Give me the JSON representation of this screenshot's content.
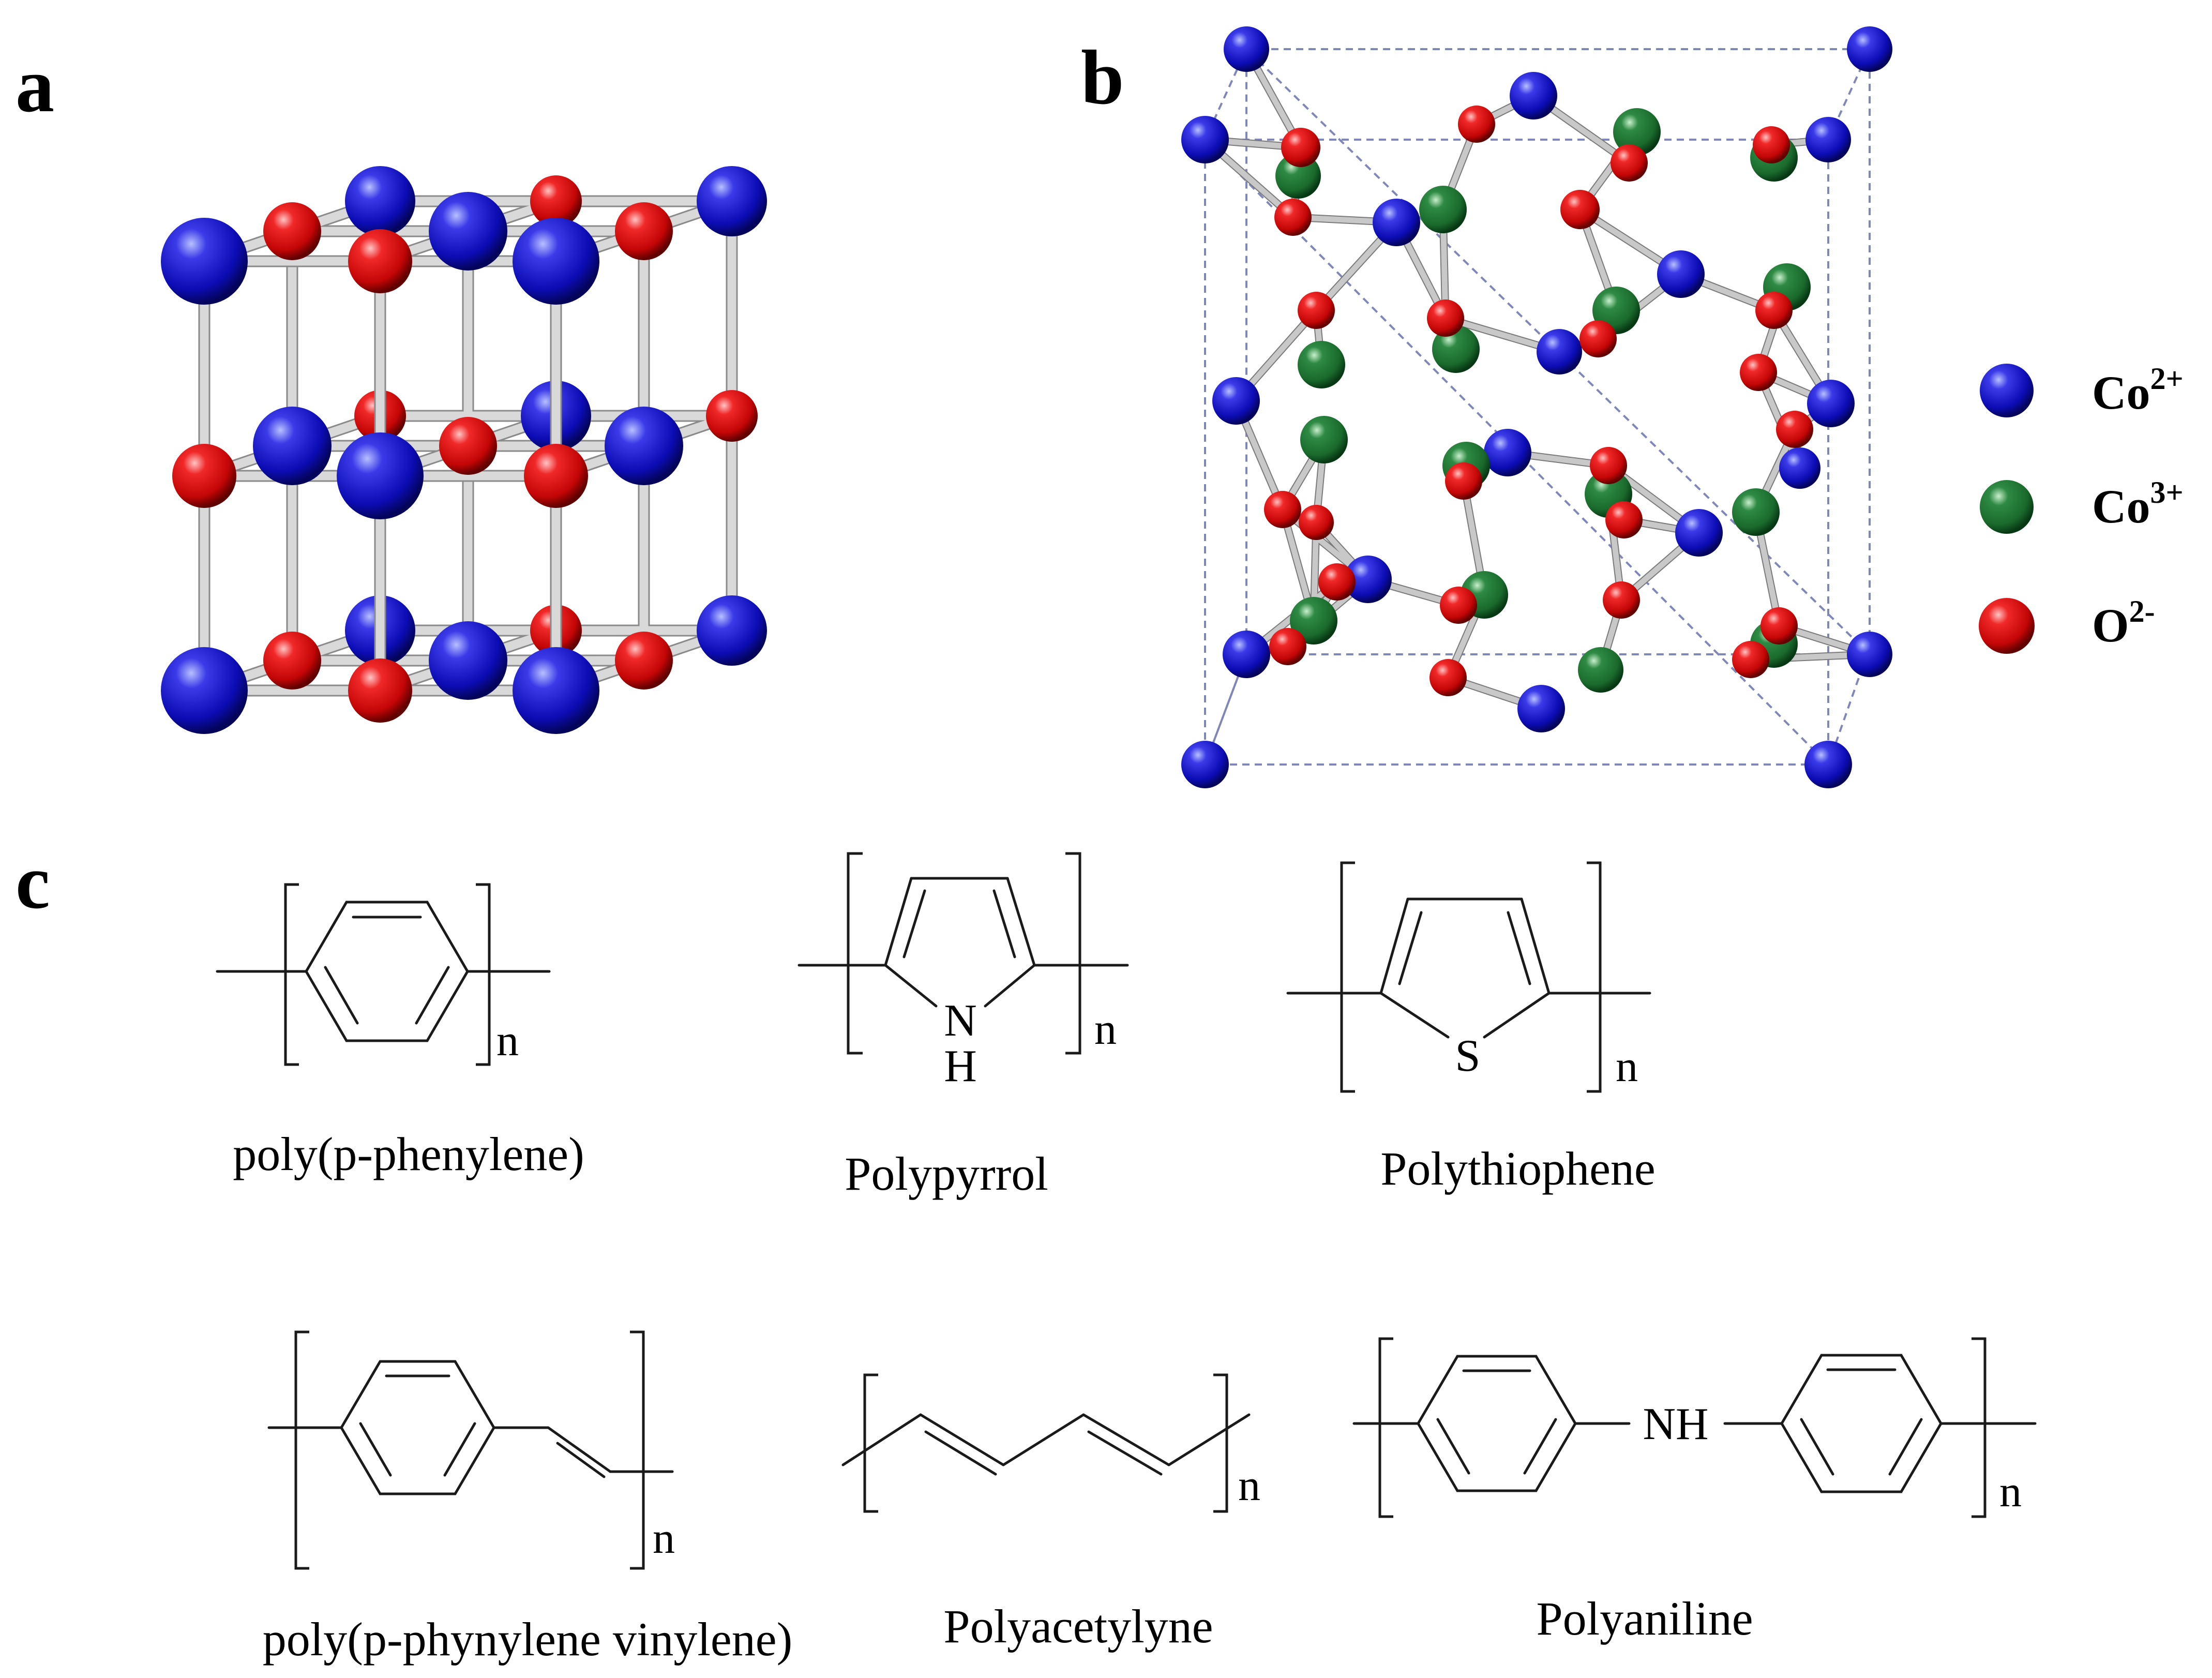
{
  "panels": {
    "a": {
      "letter": "a"
    },
    "b": {
      "letter": "b"
    },
    "c": {
      "letter": "c"
    }
  },
  "legend": [
    {
      "base": "Co",
      "charge": "2+",
      "color": "#1010c8"
    },
    {
      "base": "Co",
      "charge": "3+",
      "color": "#1e7a32"
    },
    {
      "base": "O",
      "charge": "2-",
      "color": "#e01010"
    }
  ],
  "polymers": {
    "ppp": {
      "name": "poly(p-phenylene)",
      "n": "n"
    },
    "ppy": {
      "name": "Polypyrrol",
      "n": "n",
      "atom_top": "N",
      "atom_bottom": "H"
    },
    "pth": {
      "name": "Polythiophene",
      "n": "n",
      "atom": "S"
    },
    "ppv": {
      "name": "poly(p-phynylene vinylene)",
      "n": "n"
    },
    "pac": {
      "name": "Polyacetylyne",
      "n": "n"
    },
    "pani": {
      "name": "Polyaniline",
      "n": "n",
      "linker": "NH"
    }
  },
  "colors": {
    "cobalt2": "#1010c8",
    "cobalt3": "#1e7a32",
    "oxygen": "#e01010"
  }
}
